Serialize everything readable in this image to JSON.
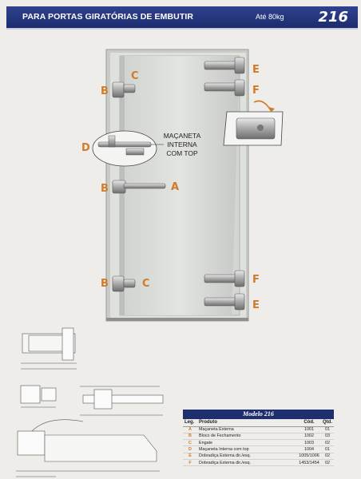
{
  "header": {
    "title": "PARA PORTAS GIRATÓRIAS DE EMBUTIR",
    "weight": "Até 80kg",
    "page_number": "216"
  },
  "labels": {
    "a": "A",
    "b": "B",
    "c": "C",
    "d": "D",
    "e": "E",
    "f": "F"
  },
  "callout": {
    "line1": "MAÇANETA",
    "line2": "INTERNA",
    "line3": "COM TOP"
  },
  "table": {
    "title": "Modelo 216",
    "headers": [
      "Leg.",
      "Produto",
      "Cód.",
      "Qtd."
    ],
    "rows": [
      {
        "leg": "A",
        "produto": "Maçaneta Externa",
        "cod": "1001",
        "qtd": "01"
      },
      {
        "leg": "B",
        "produto": "Bloco de Fechamento",
        "cod": "1002",
        "qtd": "03"
      },
      {
        "leg": "C",
        "produto": "Engate",
        "cod": "1003",
        "qtd": "02"
      },
      {
        "leg": "D",
        "produto": "Maçaneta Interna com top",
        "cod": "1004",
        "qtd": "01"
      },
      {
        "leg": "E",
        "produto": "Dobradiça Externa dir./esq.",
        "cod": "1005/1006",
        "qtd": "02"
      },
      {
        "leg": "F",
        "produto": "Dobradiça Externa dir./esq.",
        "cod": "1453/1454",
        "qtd": "02"
      }
    ]
  },
  "colors": {
    "header_blue": "#1c2c6e",
    "label_orange": "#d07a2c",
    "door_panel": "#d9dcd8"
  },
  "icons": [
    "door-illustration",
    "handle-icon",
    "hinge-icon",
    "latch-icon",
    "technical-drawing"
  ]
}
